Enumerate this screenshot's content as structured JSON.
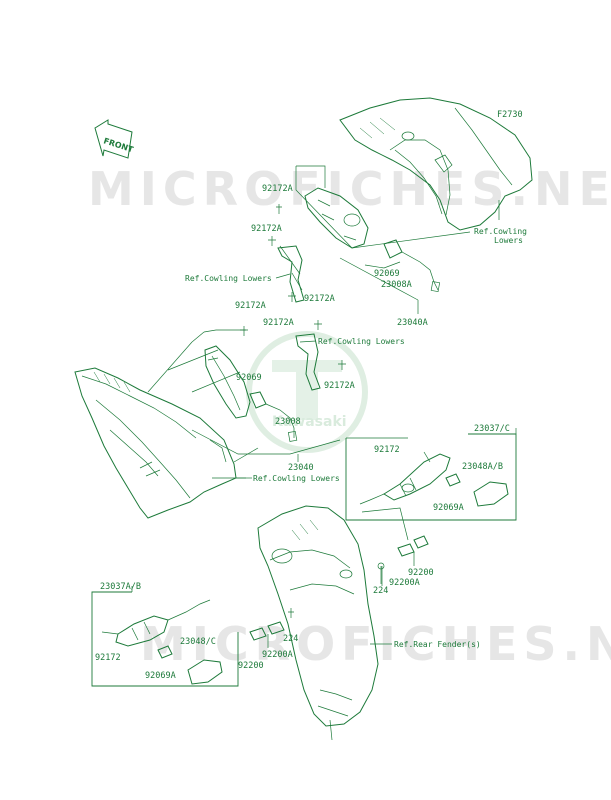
{
  "figure_code": "F2730",
  "front_arrow_text": "FRONT",
  "watermark": {
    "text": "MICROFICHES.NET",
    "brand": "Kawasaki"
  },
  "labels": {
    "l92172A_1": "92172A",
    "l92172A_2": "92172A",
    "l92172A_3": "92172A",
    "l92172A_4": "92172A",
    "l92172A_5": "92172A",
    "l92172A_6": "92172A",
    "l92069_1": "92069",
    "l92069_2": "92069",
    "l23008A": "23008A",
    "l23040A": "23040A",
    "l23008": "23008",
    "l23040": "23040",
    "l23037C": "23037/C",
    "l92172_1": "92172",
    "l23048AB": "23048A/B",
    "l92069A_1": "92069A",
    "l92200_1": "92200",
    "l92200A_1": "92200A",
    "l224_1": "224",
    "l23037AB": "23037A/B",
    "l23048C": "23048/C",
    "l224_2": "224",
    "l92172_2": "92172",
    "l92200A_2": "92200A",
    "l92069A_2": "92069A",
    "l92200_2": "92200"
  },
  "references": {
    "cowling_lowers_right_1": "Ref.Cowling",
    "cowling_lowers_right_2": "Lowers",
    "cowling_lowers_a": "Ref.Cowling Lowers",
    "cowling_lowers_b": "Ref.Cowling Lowers",
    "cowling_lowers_c": "Ref.Cowling Lowers",
    "rear_fender": "Ref.Rear Fender(s)"
  }
}
